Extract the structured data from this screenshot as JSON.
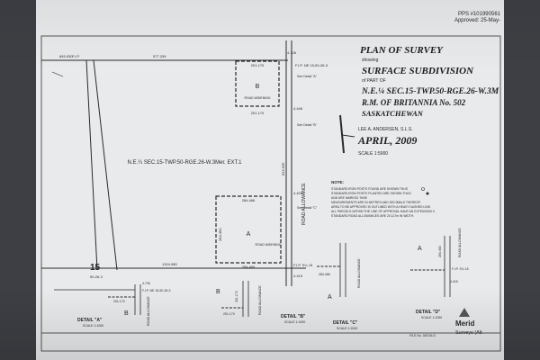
{
  "header": {
    "pps": "PPS #101990561",
    "approved": "Approved: 25-May-"
  },
  "title_block": {
    "plan_of_survey": "PLAN OF SURVEY",
    "showing": "showing",
    "surface_subdivision": "SURFACE SUBDIVISION",
    "of_part_of": "of PART OF",
    "legal": "N.E.¼ SEC.15-TWP.50-RGE.26-W.3M",
    "rm": "R.M. OF BRITANNIA No. 502",
    "province": "SASKATCHEWAN",
    "surveyor": "LEE A. ANDERSEN, S.L.S.",
    "date": "APRIL, 2009",
    "scale": "SCALE 1:5000"
  },
  "notes": {
    "heading": "NOTE:",
    "lines": [
      "STANDARD IRON POSTS FOUND ARE SHOWN THUS",
      "STANDARD IRON POSTS PLANTED ARE SHOWN THUS",
      "AND ARE MARKED '9006'",
      "MEASUREMENTS ARE IN METRES AND DECIMALS THEREOF.",
      "AREA TO BE APPROVED IS OUTLINED WITH A HEAVY DASHED LINE.",
      "ALL PARCELS WITHIN THE LINE OF APPROVAL HAVE AN EXTENSION 0.",
      "STANDARD ROAD ALLOWANCES ARE 20.117m IN WIDTH."
    ]
  },
  "main_plan": {
    "quarter_label": "N.E.¼ SEC.15-TWP.50-RGE.26-W.3Mer. EXT.1",
    "parcel_a": "A",
    "parcel_b": "B",
    "road_widening": "ROAD WIDENING",
    "road_allowance": "ROAD ALLOWANCE",
    "fip": "F.I.P.",
    "section_number": "15",
    "section_sub": "50-26-3",
    "see_detail_a": "See Detail \"A\"",
    "see_detail_b": "See Detail \"B\"",
    "see_detail_c": "See Detail \"C\"",
    "dims": {
      "top_left": "845.930",
      "top_mid": "577.339",
      "b_top": "201.170",
      "b_bottom": "201.170",
      "right_top": "4.726",
      "right_mid": "4.446",
      "right_low": "4.429",
      "right_bot": "4.415",
      "a_top": "284.466",
      "a_bottom": "284.460",
      "bottom_line": "1324.980",
      "road_len": "815.635",
      "a_side": "284.460",
      "fip_ne": "F.I.P. NE 15-50-26-3",
      "fip_se": "F.I.P. S¼ 15"
    }
  },
  "details": {
    "a": {
      "title": "DETAIL \"A\"",
      "scale": "SCALE 1:1000",
      "fip": "F.I.P. NE 15-50-26-3",
      "dim1": "4.726",
      "dim2": "201.170",
      "parcel": "B",
      "road": "ROAD ALLOWANCE"
    },
    "b": {
      "title": "DETAIL \"B\"",
      "scale": "SCALE 1:1000",
      "dim1": "201.170",
      "dim2": "201.170",
      "parcel": "B",
      "road": "ROAD ALLOWANCE"
    },
    "c": {
      "title": "DETAIL \"C\"",
      "scale": "SCALE 1:1000",
      "dim1": "284.466",
      "parcel": "A",
      "road": "ROAD ALLOWANCE"
    },
    "d": {
      "title": "DETAIL \"D\"",
      "scale": "SCALE 1:1000",
      "dim1": "284.460",
      "fip": "F.I.P. S¼ 15",
      "dim2": "4.415",
      "parcel": "A",
      "road": "ROAD ALLOWANCE"
    }
  },
  "footer": {
    "file_no": "FILE No. 08744LS",
    "company": "Merid",
    "company_sub": "Surveys (Alt"
  },
  "colors": {
    "paper": "#e9eaec",
    "ink": "#2a2a2a",
    "background": "#3d3f44"
  }
}
